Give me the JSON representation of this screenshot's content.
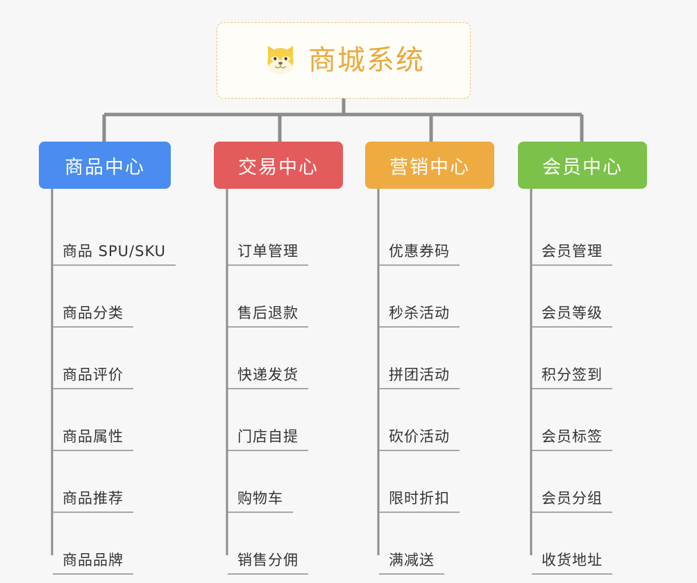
{
  "page": {
    "background_color": "#f7f7f7",
    "text_color": "#333333",
    "connector_color": "#8c8c8c"
  },
  "root": {
    "title": "商城系统",
    "icon": "shiba-dog-face-emoji",
    "text_color": "#eaa93c",
    "border_color": "#f0c070",
    "background_color": "#fffdf8"
  },
  "columns": [
    {
      "id": "product-center",
      "title": "商品中心",
      "color": "#4a8cf0",
      "items": [
        {
          "label": "商品 SPU/SKU"
        },
        {
          "label": "商品分类"
        },
        {
          "label": "商品评价"
        },
        {
          "label": "商品属性"
        },
        {
          "label": "商品推荐"
        },
        {
          "label": "商品品牌"
        }
      ]
    },
    {
      "id": "trade-center",
      "title": "交易中心",
      "color": "#e45b5b",
      "items": [
        {
          "label": "订单管理"
        },
        {
          "label": "售后退款"
        },
        {
          "label": "快递发货"
        },
        {
          "label": "门店自提"
        },
        {
          "label": "购物车"
        },
        {
          "label": "销售分佣"
        }
      ]
    },
    {
      "id": "marketing-center",
      "title": "营销中心",
      "color": "#eeab42",
      "items": [
        {
          "label": "优惠券码"
        },
        {
          "label": "秒杀活动"
        },
        {
          "label": "拼团活动"
        },
        {
          "label": "砍价活动"
        },
        {
          "label": "限时折扣"
        },
        {
          "label": "满减送"
        }
      ]
    },
    {
      "id": "member-center",
      "title": "会员中心",
      "color": "#7cc24a",
      "items": [
        {
          "label": "会员管理"
        },
        {
          "label": "会员等级"
        },
        {
          "label": "积分签到"
        },
        {
          "label": "会员标签"
        },
        {
          "label": "会员分组"
        },
        {
          "label": "收货地址"
        }
      ]
    }
  ]
}
